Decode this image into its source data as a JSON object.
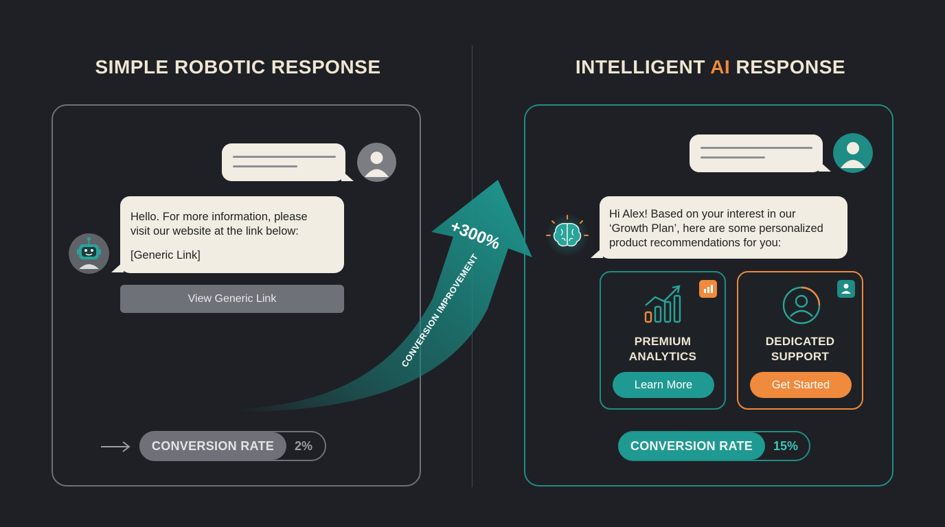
{
  "left": {
    "title": "SIMPLE ROBOTIC RESPONSE",
    "bot_message_line1": "Hello. For more information, please",
    "bot_message_line2": "visit our website at the link below:",
    "bot_link_text": "[Generic Link]",
    "button_label": "View Generic Link",
    "metric_label": "CONVERSION RATE",
    "metric_value": "2%"
  },
  "right": {
    "title_prefix": "INTELLIGENT ",
    "title_accent": "AI",
    "title_suffix": " RESPONSE",
    "ai_message_line1": "Hi Alex! Based on your interest in our",
    "ai_message_line2": "‘Growth Plan’, here are some personalized",
    "ai_message_line3": "product recommendations for you:",
    "cards": [
      {
        "title_line1": "PREMIUM",
        "title_line2": "ANALYTICS",
        "button": "Learn More"
      },
      {
        "title_line1": "DEDICATED",
        "title_line2": "SUPPORT",
        "button": "Get Started"
      }
    ],
    "metric_label": "CONVERSION RATE",
    "metric_value": "15%"
  },
  "arrow": {
    "improvement": "+300%",
    "label": "CONVERSION IMPROVEMENT"
  },
  "colors": {
    "background": "#1e2025",
    "teal": "#1f9a92",
    "orange": "#f08a3c",
    "gray": "#6e7278",
    "cream": "#f1ede3"
  }
}
